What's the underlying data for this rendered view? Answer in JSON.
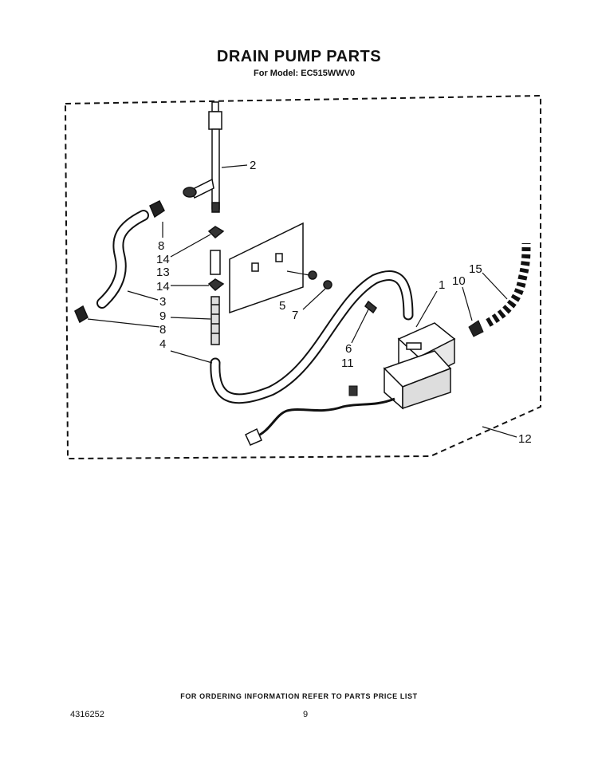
{
  "header": {
    "title": "DRAIN PUMP PARTS",
    "model_line": "For Model: EC515WWV0"
  },
  "callouts": {
    "c1": "1",
    "c2": "2",
    "c3": "3",
    "c4": "4",
    "c5": "5",
    "c6": "6",
    "c7": "7",
    "c8a": "8",
    "c8b": "8",
    "c9": "9",
    "c10": "10",
    "c11": "11",
    "c12": "12",
    "c13": "13",
    "c14a": "14",
    "c14b": "14",
    "c15": "15"
  },
  "footer": {
    "ordering_note": "FOR ORDERING INFORMATION REFER TO PARTS PRICE LIST",
    "doc_number": "4316252",
    "page_number": "9"
  }
}
